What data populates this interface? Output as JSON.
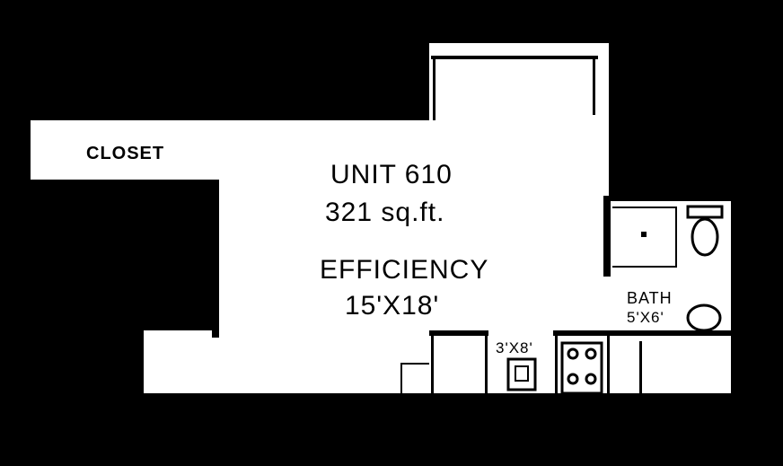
{
  "plan": {
    "unit_label": "UNIT 610",
    "area_label": "321 sq.ft.",
    "type_label": "EFFICIENCY",
    "main_dims": "15'X18'",
    "closet_label": "CLOSET",
    "bath_label": "BATH",
    "bath_dims": "5'X6'",
    "kitchen_dims": "3'X8'"
  },
  "colors": {
    "background": "#000000",
    "floor": "#ffffff",
    "walls": "#000000"
  }
}
